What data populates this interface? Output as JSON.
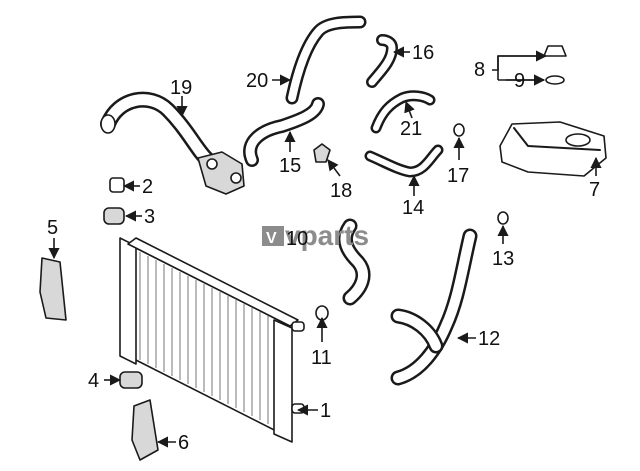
{
  "watermark": {
    "brand_text": "vparts",
    "badge_letter": "V"
  },
  "callouts": {
    "c1": "1",
    "c2": "2",
    "c3": "3",
    "c4": "4",
    "c5": "5",
    "c6": "6",
    "c7": "7",
    "c8": "8",
    "c9": "9",
    "c10": "10",
    "c11": "11",
    "c12": "12",
    "c13": "13",
    "c14": "14",
    "c15": "15",
    "c16": "16",
    "c17": "17",
    "c18": "18",
    "c19": "19",
    "c20": "20",
    "c21": "21"
  }
}
